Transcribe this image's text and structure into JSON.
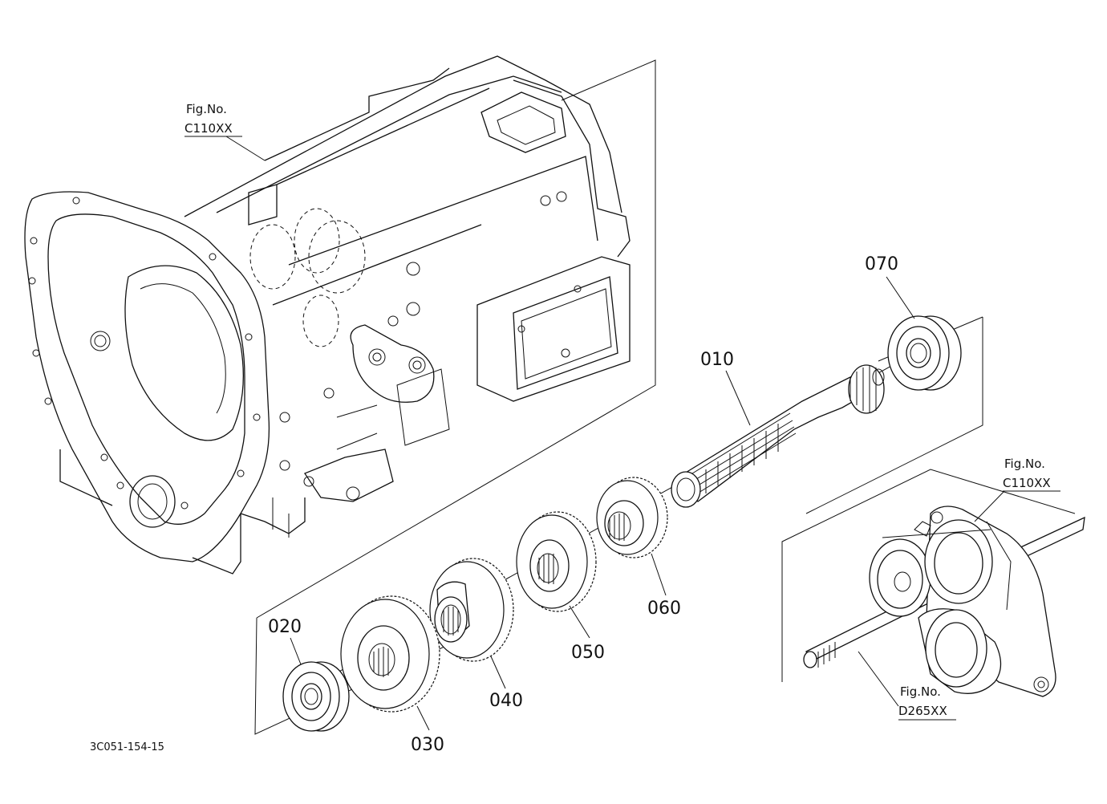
{
  "figure_code": "3C051-154-15",
  "references": [
    {
      "label": "Fig.No.",
      "code": "C110XX"
    },
    {
      "label": "Fig.No.",
      "code": "C110XX"
    },
    {
      "label": "Fig.No.",
      "code": "D265XX"
    }
  ],
  "parts": {
    "p010": "010",
    "p020": "020",
    "p030": "030",
    "p040": "040",
    "p050": "050",
    "p060": "060",
    "p070": "070"
  }
}
